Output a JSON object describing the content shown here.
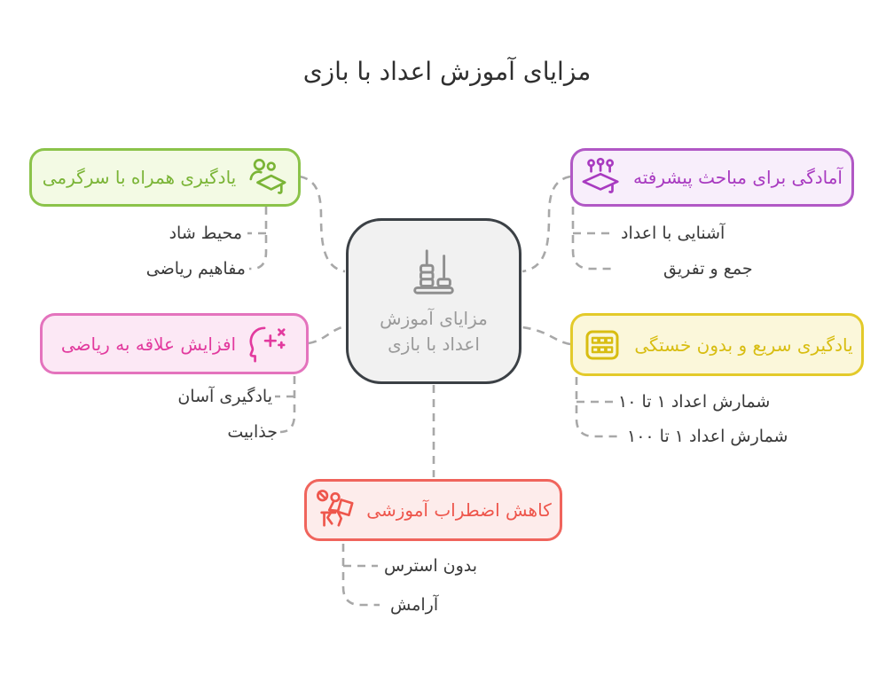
{
  "title": "مزایای آموزش اعداد با بازی",
  "title_color": "#2f2f2f",
  "connector_color": "#a8a8a8",
  "child_text_color": "#3a3a3a",
  "center": {
    "lines": [
      "مزایای آموزش",
      "اعداد با بازی"
    ],
    "icon": "abacus-icon",
    "border_color": "#3b4045",
    "bg_color": "#f1f1f1",
    "text_color": "#9a9a9a",
    "icon_color": "#8f8f8f"
  },
  "branches": [
    {
      "id": "learning-with-fun",
      "label": "یادگیری همراه با سرگرمی",
      "icon": "students-graduation-icon",
      "border_color": "#8bc34a",
      "bg_color": "#f3fae4",
      "text_color": "#7ab436",
      "children": [
        {
          "label": "محیط شاد"
        },
        {
          "label": "مفاهیم ریاضی"
        }
      ]
    },
    {
      "id": "readiness-advanced-topics",
      "label": "آمادگی برای مباحث پیشرفته",
      "icon": "pushpins-graduation-icon",
      "border_color": "#b158c5",
      "bg_color": "#f8eefb",
      "text_color": "#a83ac0",
      "children": [
        {
          "label": "آشنایی با اعداد"
        },
        {
          "label": "جمع و تفریق"
        }
      ]
    },
    {
      "id": "interest-in-math",
      "label": "افزایش علاقه به ریاضی",
      "icon": "creative-mind-icon",
      "border_color": "#e473bd",
      "bg_color": "#fce8f5",
      "text_color": "#e23a9e",
      "children": [
        {
          "label": "یادگیری آسان"
        },
        {
          "label": "جذابیت"
        }
      ]
    },
    {
      "id": "fast-learning-no-fatigue",
      "label": "یادگیری سریع و بدون خستگی",
      "icon": "number-grid-icon",
      "border_color": "#e3ca2a",
      "bg_color": "#fbf7da",
      "text_color": "#d8bd11",
      "children": [
        {
          "label": "شمارش اعداد ۱ تا ۱۰"
        },
        {
          "label": "شمارش اعداد ۱ تا ۱۰۰"
        }
      ]
    },
    {
      "id": "reduced-learning-anxiety",
      "label": "کاهش اضطراب آموزشی",
      "icon": "no-stress-study-icon",
      "border_color": "#f0645c",
      "bg_color": "#fdeceb",
      "text_color": "#ee564c",
      "children": [
        {
          "label": "بدون استرس"
        },
        {
          "label": "آرامش"
        }
      ]
    }
  ]
}
